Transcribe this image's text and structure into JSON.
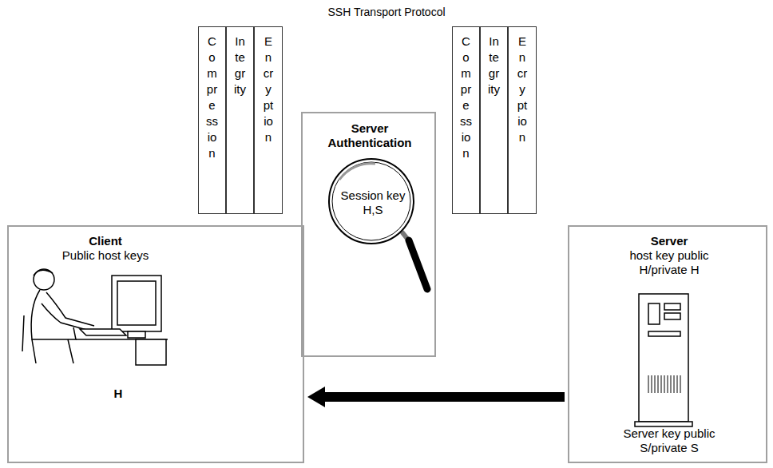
{
  "diagram": {
    "title": "SSH Transport Protocol",
    "nodes": [
      {
        "text": [
          "Compression"
        ]
      },
      {
        "text": [
          "Integrity"
        ]
      },
      {
        "text": [
          "Encryption"
        ]
      },
      {
        "text": [
          "Compression"
        ]
      },
      {
        "text": [
          "Integrity"
        ]
      },
      {
        "text": [
          "Encryption"
        ]
      },
      {
        "text": [
          "Server Authentication",
          "Session key H,S"
        ]
      },
      {
        "text": [
          "Client",
          "Public host keys",
          "H"
        ]
      },
      {
        "text": [
          "Server",
          "host key public H/private H",
          "Server key public S/private S"
        ]
      }
    ],
    "edges": [
      {
        "from": 8,
        "to": 7,
        "arrow": "to"
      }
    ]
  }
}
